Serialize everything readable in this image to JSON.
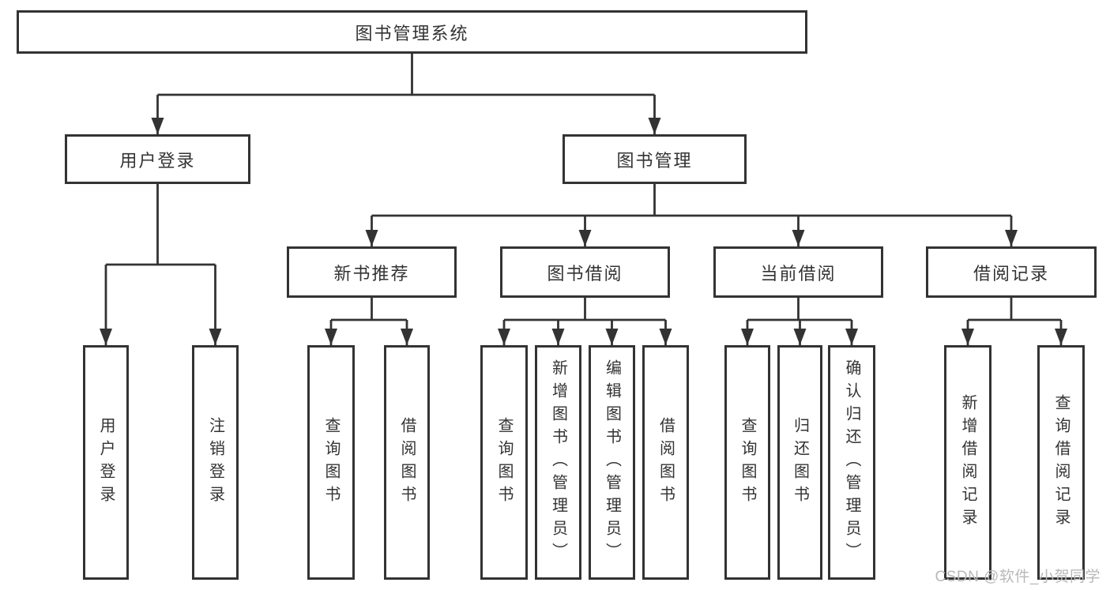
{
  "diagram": {
    "title": "图书管理系统",
    "type": "hierarchy-tree",
    "colors": {
      "line": "#333333",
      "text": "#333333",
      "box_background": "#ffffff"
    },
    "tree": {
      "label": "图书管理系统",
      "children": [
        {
          "label": "用户登录",
          "children": [
            {
              "label": "用户登录"
            },
            {
              "label": "注销登录"
            }
          ]
        },
        {
          "label": "图书管理",
          "children": [
            {
              "label": "新书推荐",
              "children": [
                {
                  "label": "查询图书"
                },
                {
                  "label": "借阅图书"
                }
              ]
            },
            {
              "label": "图书借阅",
              "children": [
                {
                  "label": "查询图书"
                },
                {
                  "label": "新增图书（管理员）"
                },
                {
                  "label": "编辑图书（管理员）"
                },
                {
                  "label": "借阅图书"
                }
              ]
            },
            {
              "label": "当前借阅",
              "children": [
                {
                  "label": "查询图书"
                },
                {
                  "label": "归还图书"
                },
                {
                  "label": "确认归还（管理员）"
                }
              ]
            },
            {
              "label": "借阅记录",
              "children": [
                {
                  "label": "新增借阅记录"
                },
                {
                  "label": "查询借阅记录"
                }
              ]
            }
          ]
        }
      ]
    }
  },
  "watermark": {
    "text": "CSDN @软件_小贺同学",
    "color": "#b9b9b9"
  }
}
